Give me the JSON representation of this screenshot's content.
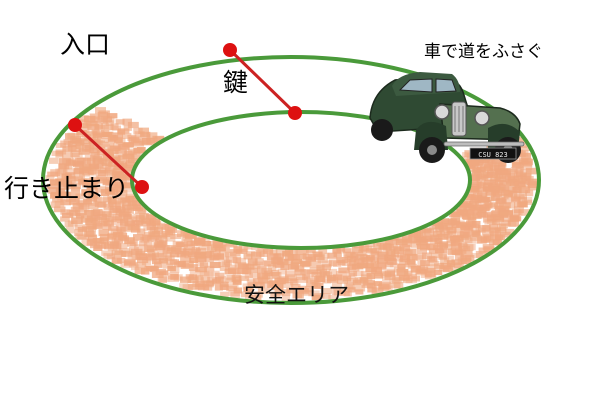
{
  "labels": {
    "entrance": "入口",
    "key": "鍵",
    "dead_end": "行き止まり",
    "car_blocks_road": "車で道をふさぐ",
    "safe_area": "安全エリア"
  },
  "car_plate": "CSU 823",
  "colors": {
    "track_ring": "#4a9a3a",
    "marker_dot": "#dd1111",
    "marker_line": "#cc2222",
    "safe_zone_blocks": "#f0a880",
    "car_body": "#2f4a33",
    "background": "#ffffff"
  },
  "icons": [
    "track-ring",
    "pin-marker",
    "vintage-car"
  ]
}
